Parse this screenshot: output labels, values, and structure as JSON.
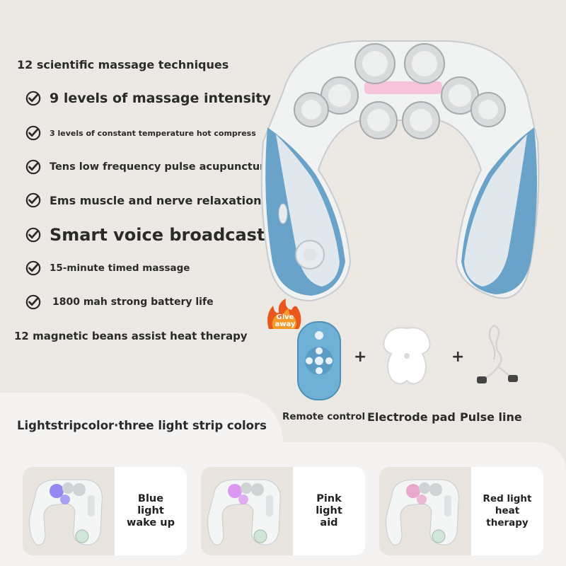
{
  "headline_top": "12 scientific massage techniques",
  "features": [
    {
      "text": "9 levels of massage intensity",
      "icon": "check-circle-icon"
    },
    {
      "text": "3 levels of constant temperature hot compress",
      "icon": "check-circle-icon"
    },
    {
      "text": "Tens low frequency pulse acupuncture",
      "icon": "check-circle-icon"
    },
    {
      "text": "Ems muscle and nerve relaxation",
      "icon": "check-circle-icon"
    },
    {
      "text": "Smart voice broadcast",
      "icon": "check-circle-icon"
    },
    {
      "text": "15-minute timed massage",
      "icon": "check-circle-icon"
    },
    {
      "text": "1800 mah strong battery life",
      "icon": "check-circle-icon"
    }
  ],
  "headline_bottom": "12 magnetic beans assist heat therapy",
  "giveaway_badge": "Give away",
  "accessories": [
    {
      "label": "Remote control"
    },
    {
      "label": "Electrode pad"
    },
    {
      "label": "Pulse line"
    }
  ],
  "plus_sign": "+",
  "lightstrip_title": "Lightstripcolor·three light strip colors",
  "light_modes": [
    {
      "line1": "Blue",
      "line2": "light",
      "line3": "wake up",
      "glow": "#8a7cf2"
    },
    {
      "line1": "Pink",
      "line2": "light",
      "line3": "aid",
      "glow": "#d88ef0"
    },
    {
      "line1": "Red light",
      "line2": "heat",
      "line3": "therapy",
      "glow": "#e6a0c8"
    }
  ],
  "colors": {
    "device_blue": "#6aa3c9",
    "device_white": "#f1f2f2",
    "text_dark": "#2a2a2a",
    "remote_blue": "#6fb0d6"
  }
}
